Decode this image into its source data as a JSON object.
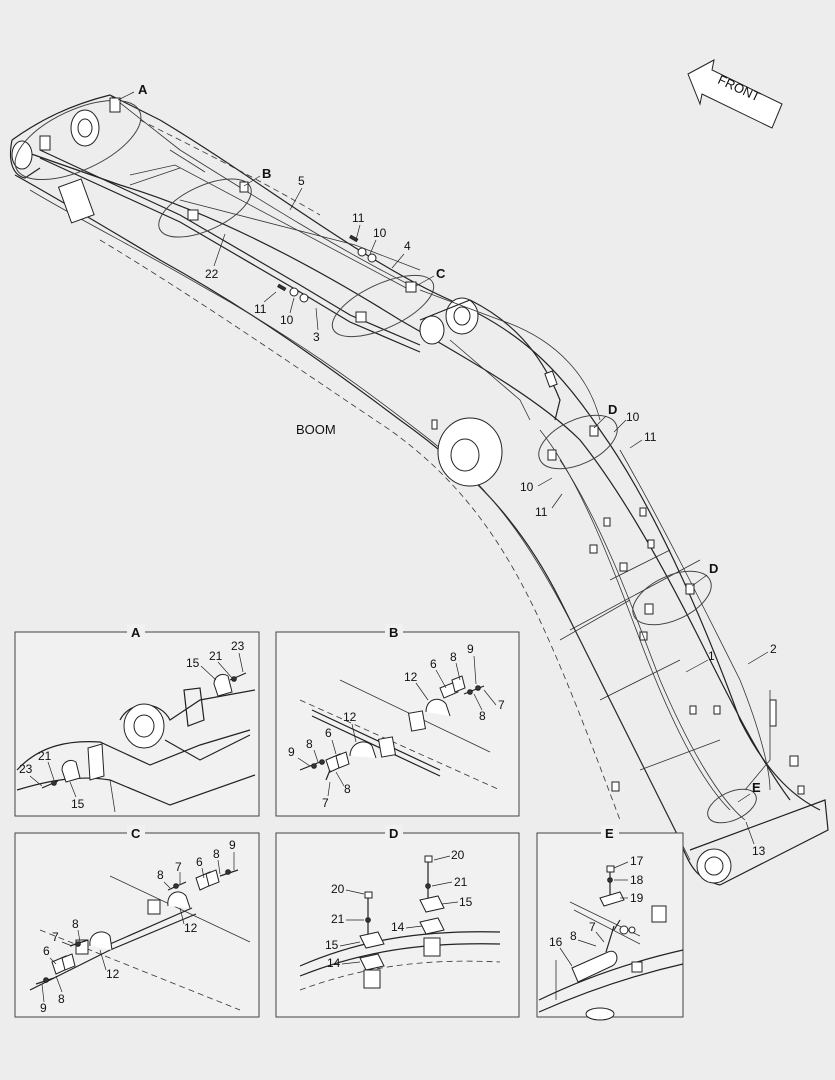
{
  "front_label": "FRONT",
  "boom_label": "BOOM",
  "callouts": {
    "A": "A",
    "B": "B",
    "C": "C",
    "D": "D",
    "E": "E"
  },
  "main_numbers": {
    "n1": "1",
    "n2": "2",
    "n3": "3",
    "n4": "4",
    "n5": "5",
    "n10a": "10",
    "n10b": "10",
    "n10c": "10",
    "n10d": "10",
    "n11a": "11",
    "n11b": "11",
    "n11c": "11",
    "n11d": "11",
    "n13": "13",
    "n22": "22"
  },
  "panels": {
    "A": {
      "title": "A",
      "labels": [
        "15",
        "21",
        "23",
        "21",
        "23",
        "15"
      ]
    },
    "B": {
      "title": "B",
      "labels": [
        "6",
        "8",
        "9",
        "12",
        "7",
        "8",
        "12",
        "6",
        "9",
        "8",
        "8",
        "7"
      ]
    },
    "C": {
      "title": "C",
      "labels": [
        "9",
        "8",
        "7",
        "6",
        "8",
        "12",
        "7",
        "8",
        "6",
        "12",
        "9",
        "8"
      ]
    },
    "D": {
      "title": "D",
      "labels": [
        "20",
        "21",
        "15",
        "20",
        "21",
        "14",
        "15",
        "14"
      ]
    },
    "E": {
      "title": "E",
      "labels": [
        "17",
        "18",
        "19",
        "8",
        "7",
        "16"
      ]
    }
  }
}
